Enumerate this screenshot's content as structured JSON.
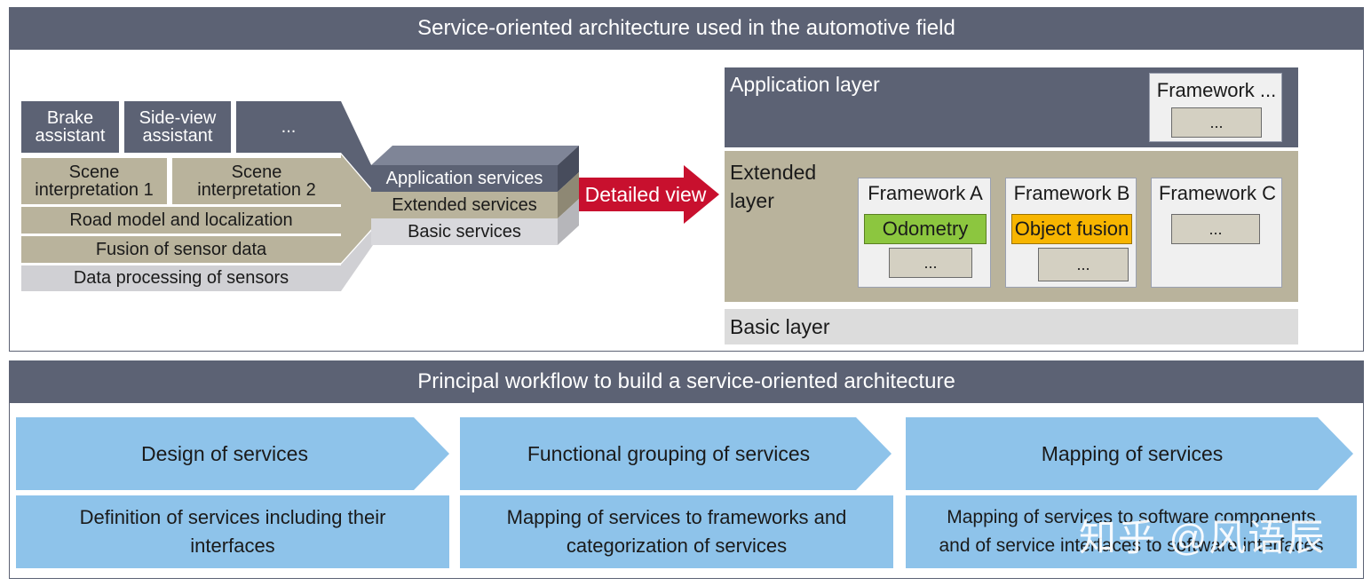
{
  "top": {
    "title": "Service-oriented architecture used in the automotive field",
    "left_stack": {
      "apps": [
        "Brake\nassistant",
        "Side-view\nassistant",
        "..."
      ],
      "scene": [
        "Scene\ninterpretation 1",
        "Scene\ninterpretation 2"
      ],
      "road_model": "Road model and localization",
      "fusion": "Fusion of sensor data",
      "data_processing": "Data processing of sensors"
    },
    "middle_stack": {
      "application_services": "Application services",
      "extended_services": "Extended services",
      "basic_services": "Basic services"
    },
    "arrow_label": "Detailed view",
    "right": {
      "application_layer": "Application layer",
      "framework_top": {
        "title": "Framework ...",
        "dots": "..."
      },
      "extended_layer": "Extended\nlayer",
      "frameworks": [
        {
          "title": "Framework A",
          "highlight": "Odometry",
          "dots": "..."
        },
        {
          "title": "Framework B",
          "highlight": "Object fusion",
          "dots": "..."
        },
        {
          "title": "Framework C",
          "dots": "..."
        }
      ],
      "basic_layer": "Basic layer"
    }
  },
  "bottom": {
    "title": "Principal workflow to build a service-oriented architecture",
    "steps": [
      {
        "label": "Design of services",
        "description": "Definition of services including their\ninterfaces"
      },
      {
        "label": "Functional grouping of services",
        "description": "Mapping of services to frameworks and\ncategorization of services"
      },
      {
        "label": "Mapping of services",
        "description": "Mapping of services to software components\nand of service interfaces to software interfaces"
      }
    ]
  },
  "watermark": "知乎 @风语辰",
  "colors": {
    "header": "#5c6274",
    "khaki": "#b9b39c",
    "arrow_red": "#c8102e",
    "workflow_blue": "#8ec3ea",
    "odometry_green": "#8cc63f",
    "object_fusion_yellow": "#f7b500"
  }
}
